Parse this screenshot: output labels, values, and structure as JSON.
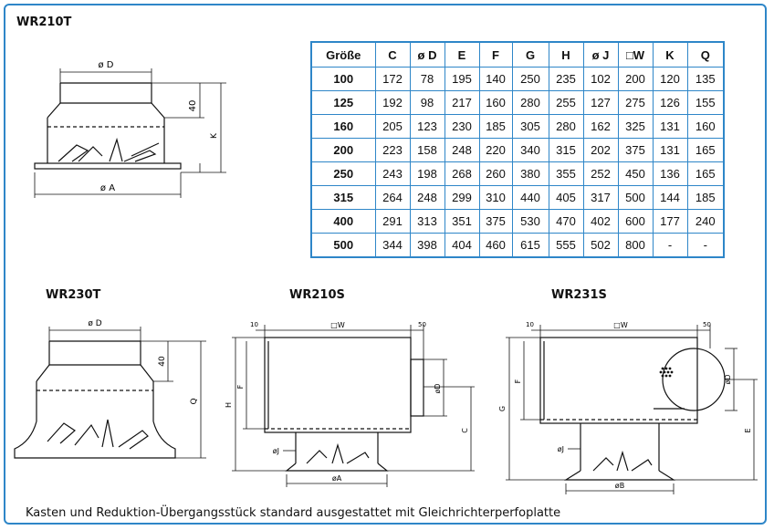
{
  "drawings": {
    "wr210t": {
      "title": "WR210T",
      "dim_d": "ø D",
      "dim_a": "ø A",
      "dim_40": "40",
      "dim_k": "K"
    },
    "wr230t": {
      "title": "WR230T",
      "dim_d": "ø D",
      "dim_40": "40",
      "dim_q": "Q"
    },
    "wr210s": {
      "title": "WR210S",
      "dim_10": "10",
      "dim_w": "□W",
      "dim_50": "50",
      "dim_h": "H",
      "dim_f": "F",
      "dim_d": "øD",
      "dim_c": "C",
      "dim_j": "øJ",
      "dim_a": "øA"
    },
    "wr231s": {
      "title": "WR231S",
      "dim_10": "10",
      "dim_w": "□W",
      "dim_50": "50",
      "dim_g": "G",
      "dim_f": "F",
      "dim_d": "øD",
      "dim_e": "E",
      "dim_j": "øJ",
      "dim_b": "øB"
    }
  },
  "table": {
    "headers": [
      "Größe",
      "C",
      "ø D",
      "E",
      "F",
      "G",
      "H",
      "ø J",
      "□W",
      "K",
      "Q"
    ],
    "rows": [
      [
        "100",
        "172",
        "78",
        "195",
        "140",
        "250",
        "235",
        "102",
        "200",
        "120",
        "135"
      ],
      [
        "125",
        "192",
        "98",
        "217",
        "160",
        "280",
        "255",
        "127",
        "275",
        "126",
        "155"
      ],
      [
        "160",
        "205",
        "123",
        "230",
        "185",
        "305",
        "280",
        "162",
        "325",
        "131",
        "160"
      ],
      [
        "200",
        "223",
        "158",
        "248",
        "220",
        "340",
        "315",
        "202",
        "375",
        "131",
        "165"
      ],
      [
        "250",
        "243",
        "198",
        "268",
        "260",
        "380",
        "355",
        "252",
        "450",
        "136",
        "165"
      ],
      [
        "315",
        "264",
        "248",
        "299",
        "310",
        "440",
        "405",
        "317",
        "500",
        "144",
        "185"
      ],
      [
        "400",
        "291",
        "313",
        "351",
        "375",
        "530",
        "470",
        "402",
        "600",
        "177",
        "240"
      ],
      [
        "500",
        "344",
        "398",
        "404",
        "460",
        "615",
        "555",
        "502",
        "800",
        "-",
        "-"
      ]
    ]
  },
  "footer": "Kasten und Reduktion-Übergangsstück standard ausgestattet mit Gleichrichterperfoplatte",
  "colors": {
    "frame": "#2e86c8",
    "line": "#111111"
  }
}
